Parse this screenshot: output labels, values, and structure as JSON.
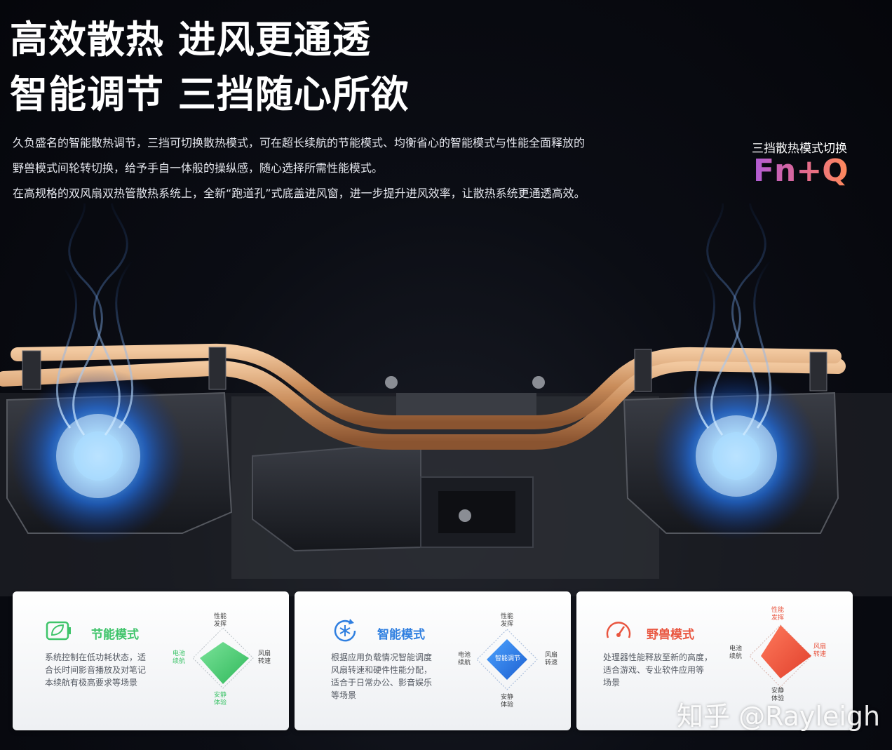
{
  "headline": {
    "line1": "高效散热 进风更通透",
    "line2": "智能调节 三挡随心所欲"
  },
  "description": {
    "line1": "久负盛名的智能散热调节，三挡可切换散热模式，可在超长续航的节能模式、均衡省心的智能模式与性能全面释放的",
    "line2": "野兽模式间轮转切换，给予手自一体般的操纵感，随心选择所需性能模式。",
    "line3": "在高规格的双风扇双热管散热系统上，全新“跑道孔”式底盖进风窗，进一步提升进风效率，让散热系统更通透高效。"
  },
  "shortcut": {
    "label": "三挡散热模式切换",
    "keys": "Fn+Q"
  },
  "modes": [
    {
      "name": "节能模式",
      "icon": "leaf-battery-icon",
      "color": "#3fc46a",
      "desc": [
        "系统控制在低功耗状态，适",
        "合长时间影音播放及对笔记",
        "本续航有极高要求等场景"
      ],
      "axes": {
        "top": [
          "性能",
          "发挥"
        ],
        "left": [
          "电池",
          "续航"
        ],
        "right": [
          "风扇",
          "转速"
        ],
        "bottom": [
          "安静",
          "体验"
        ]
      }
    },
    {
      "name": "智能模式",
      "icon": "snowflake-cycle-icon",
      "color": "#2f7fe0",
      "center_label": "智能调节",
      "desc": [
        "根据应用负载情况智能调度",
        "风扇转速和硬件性能分配，",
        "适合于日常办公、影音娱乐",
        "等场景"
      ],
      "axes": {
        "top": [
          "性能",
          "发挥"
        ],
        "left": [
          "电池",
          "续航"
        ],
        "right": [
          "风扇",
          "转速"
        ],
        "bottom": [
          "安静",
          "体验"
        ]
      }
    },
    {
      "name": "野兽模式",
      "icon": "speedometer-icon",
      "color": "#e9553f",
      "desc": [
        "处理器性能释放至新的高度，",
        "适合游戏、专业软件应用等",
        "场景"
      ],
      "axes": {
        "top": [
          "性能",
          "发挥"
        ],
        "left": [
          "电池",
          "续航"
        ],
        "right": [
          "风扇",
          "转速"
        ],
        "bottom": [
          "安静",
          "体验"
        ]
      }
    }
  ],
  "watermark": "知乎 @Rayleigh"
}
